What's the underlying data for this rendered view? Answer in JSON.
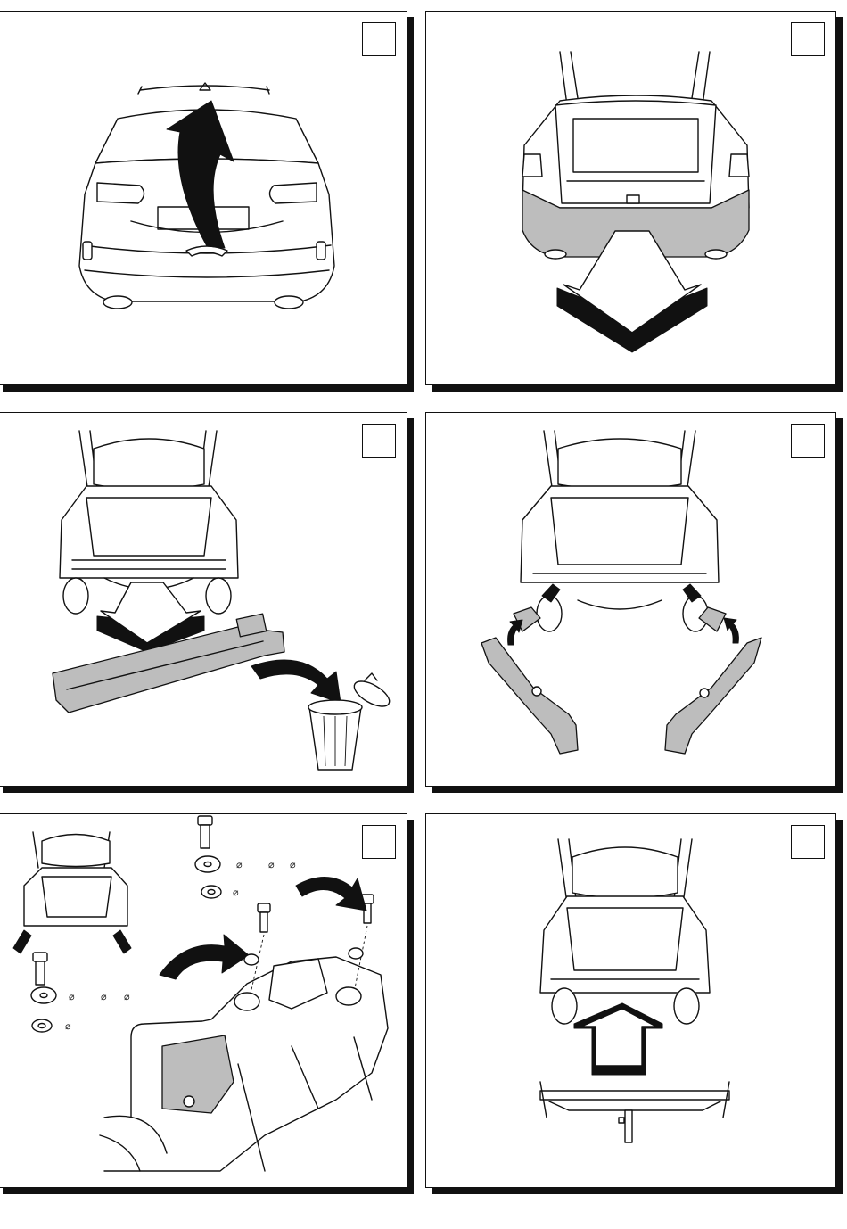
{
  "panels": [
    {
      "id": "p1",
      "step": "",
      "icon": "lift-tailgate-arrow"
    },
    {
      "id": "p2",
      "step": "",
      "icon": "remove-bumper-arrow"
    },
    {
      "id": "p3",
      "step": "",
      "icon": "discard-crossbeam-arrow"
    },
    {
      "id": "p4",
      "step": "",
      "icon": "fit-brackets-arrows"
    },
    {
      "id": "p5",
      "step": "",
      "icon": "bolt-fixing-detail",
      "symbols": {
        "upper_row": [
          "⌀",
          "⌀",
          "⌀"
        ],
        "upper_single": "⌀",
        "lower_row": [
          "⌀",
          "⌀",
          "⌀"
        ],
        "lower_single": "⌀"
      }
    },
    {
      "id": "p6",
      "step": "",
      "icon": "install-towbar-arrow"
    }
  ],
  "colors": {
    "line": "#111111",
    "shade": "#bdbdbd",
    "paper": "#ffffff"
  }
}
